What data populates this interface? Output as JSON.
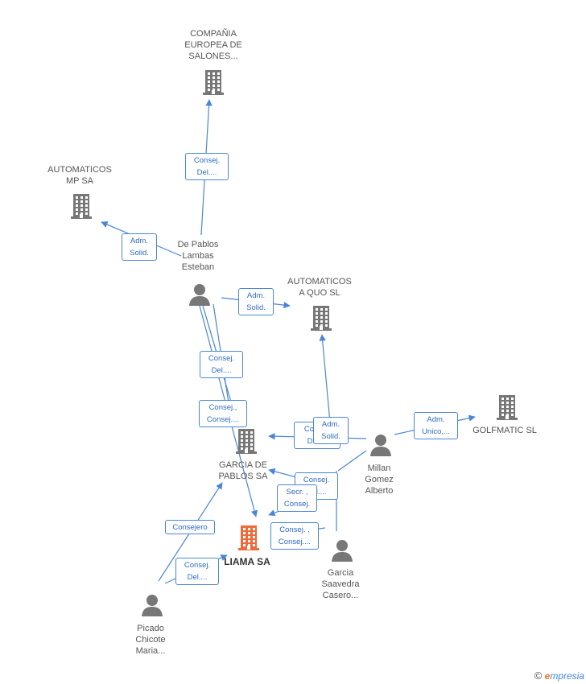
{
  "colors": {
    "edge": "#4a86d6",
    "company": "#777777",
    "person": "#777777",
    "focus": "#ef6a3a"
  },
  "nodes": [
    {
      "id": "compania",
      "type": "company",
      "label": [
        "COMPAÑIA",
        "EUROPEA DE",
        "SALONES..."
      ]
    },
    {
      "id": "automaticos_mp",
      "type": "company",
      "label": [
        "AUTOMATICOS",
        "MP SA"
      ]
    },
    {
      "id": "automaticos_quo",
      "type": "company",
      "label": [
        "AUTOMATICOS",
        "A QUO  SL"
      ]
    },
    {
      "id": "golfmatic",
      "type": "company",
      "label": [
        "GOLFMATIC SL"
      ]
    },
    {
      "id": "garcia_pablos",
      "type": "company",
      "label": [
        "GARCIA DE",
        "PABLOS SA"
      ]
    },
    {
      "id": "liama",
      "type": "focus",
      "label": [
        "LIAMA SA"
      ]
    },
    {
      "id": "de_pablos",
      "type": "person",
      "label": [
        "De Pablos",
        "Lambas",
        "Esteban"
      ]
    },
    {
      "id": "millan",
      "type": "person",
      "label": [
        "Millan",
        "Gomez",
        "Alberto"
      ]
    },
    {
      "id": "garcia_saavedra",
      "type": "person",
      "label": [
        "Garcia",
        "Saavedra",
        "Casero..."
      ]
    },
    {
      "id": "picado",
      "type": "person",
      "label": [
        "Picado",
        "Chicote",
        "Maria..."
      ]
    }
  ],
  "edges": [
    {
      "id": "e1",
      "label": [
        "Consej.",
        "Del...."
      ]
    },
    {
      "id": "e2",
      "label": [
        "Adm.",
        "Solid."
      ]
    },
    {
      "id": "e3",
      "label": [
        "Adm.",
        "Solid."
      ]
    },
    {
      "id": "e4",
      "label": [
        "Consej.",
        "Del...."
      ]
    },
    {
      "id": "e5",
      "label": [
        "Consej.,",
        "Consej...."
      ]
    },
    {
      "id": "e6",
      "label": [
        "Consej.",
        "Del...."
      ]
    },
    {
      "id": "e7",
      "label": [
        "Adm.",
        "Solid."
      ]
    },
    {
      "id": "e8",
      "label": [
        "Adm.",
        "Unico,..."
      ]
    },
    {
      "id": "e9",
      "label": [
        "Consej.",
        "Del...."
      ]
    },
    {
      "id": "e10",
      "label": [
        "Secr. ,",
        "Consej."
      ]
    },
    {
      "id": "e11",
      "label": [
        "Consej. ,",
        "Consej...."
      ]
    },
    {
      "id": "e12",
      "label": [
        "Consejero"
      ]
    },
    {
      "id": "e13",
      "label": [
        "Consej.",
        "Del...."
      ]
    }
  ],
  "footer": {
    "copyright": "©",
    "brand_first": "e",
    "brand_rest": "mpresia"
  }
}
